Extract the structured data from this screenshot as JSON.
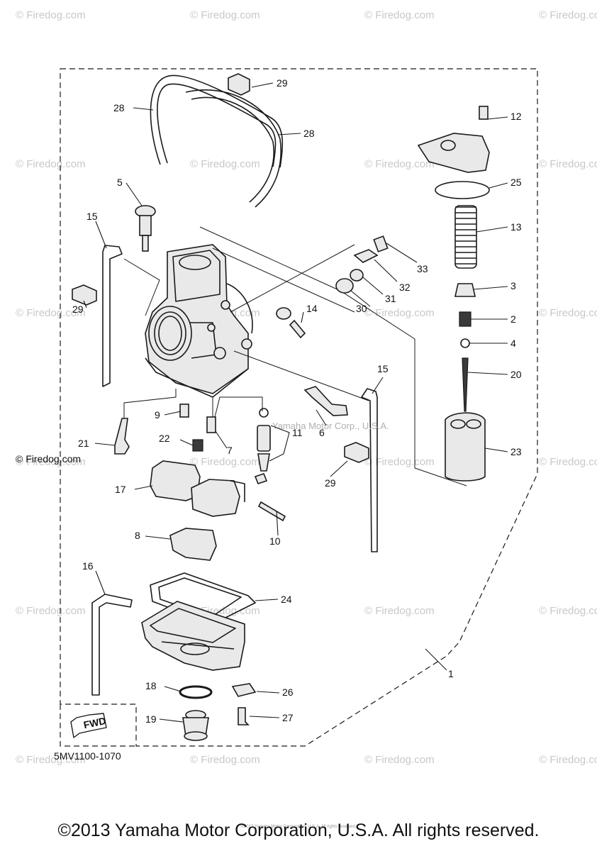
{
  "diagram": {
    "callouts": [
      "1",
      "2",
      "3",
      "4",
      "5",
      "6",
      "7",
      "8",
      "9",
      "10",
      "11",
      "12",
      "13",
      "14",
      "15",
      "15",
      "16",
      "17",
      "18",
      "19",
      "20",
      "21",
      "22",
      "23",
      "24",
      "25",
      "26",
      "27",
      "28",
      "28",
      "29",
      "29",
      "29",
      "30",
      "31",
      "32",
      "33"
    ],
    "drawing_code": "5MV1100-1070",
    "fwd_label": "FWD",
    "inline_watermark": "Yamaha Motor Corp., U.S.A."
  },
  "watermark": {
    "text": "Firedog.com",
    "symbol": "©"
  },
  "footer": {
    "copyright": "©2013 Yamaha Motor Corporation, U.S.A. All rights reserved."
  }
}
